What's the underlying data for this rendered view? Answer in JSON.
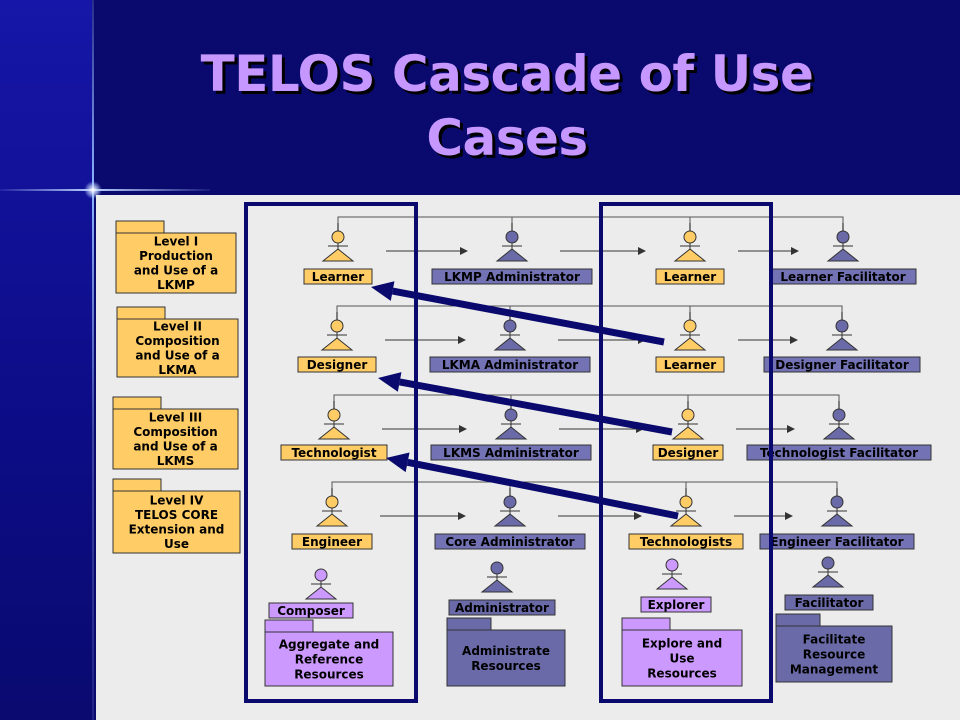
{
  "title": {
    "line1": "TELOS Cascade of Use",
    "line2": "Cases"
  },
  "colors": {
    "learner_role": "#ffcc66",
    "admin_role": "#6a6aa8",
    "purple_role": "#cc99ff",
    "highlight_border": "#0a0a6e",
    "title": "#c597ff"
  },
  "levels": [
    {
      "lines": [
        "Level I",
        "Production",
        "and Use  of a",
        "LKMP"
      ]
    },
    {
      "lines": [
        "Level II",
        "Composition",
        "and Use of a",
        "LKMA"
      ]
    },
    {
      "lines": [
        "Level III",
        "Composition",
        "and Use of a",
        "LKMS"
      ]
    },
    {
      "lines": [
        "Level IV",
        "TELOS CORE",
        "Extension and",
        "Use"
      ]
    }
  ],
  "rows": [
    {
      "cells": [
        "Learner",
        "LKMP Administrator",
        "Learner",
        "Learner Facilitator"
      ]
    },
    {
      "cells": [
        "Designer",
        "LKMA Administrator",
        "Learner",
        "Designer Facilitator"
      ]
    },
    {
      "cells": [
        "Technologist",
        "LKMS Administrator",
        "Designer",
        "Technologist Facilitator"
      ]
    },
    {
      "cells": [
        "Engineer",
        "Core Administrator",
        "Technologists",
        "Engineer Facilitator"
      ]
    }
  ],
  "bottom": [
    {
      "actor": "Composer",
      "box": [
        "Aggregate and",
        "Reference",
        "Resources"
      ]
    },
    {
      "actor": "Administrator",
      "box": [
        "Administrate",
        "Resources"
      ]
    },
    {
      "actor": "Explorer",
      "box": [
        "Explore and",
        "Use",
        "Resources"
      ]
    },
    {
      "actor": "Facilitator",
      "box": [
        "Facilitate",
        "Resource",
        "Management"
      ]
    }
  ]
}
